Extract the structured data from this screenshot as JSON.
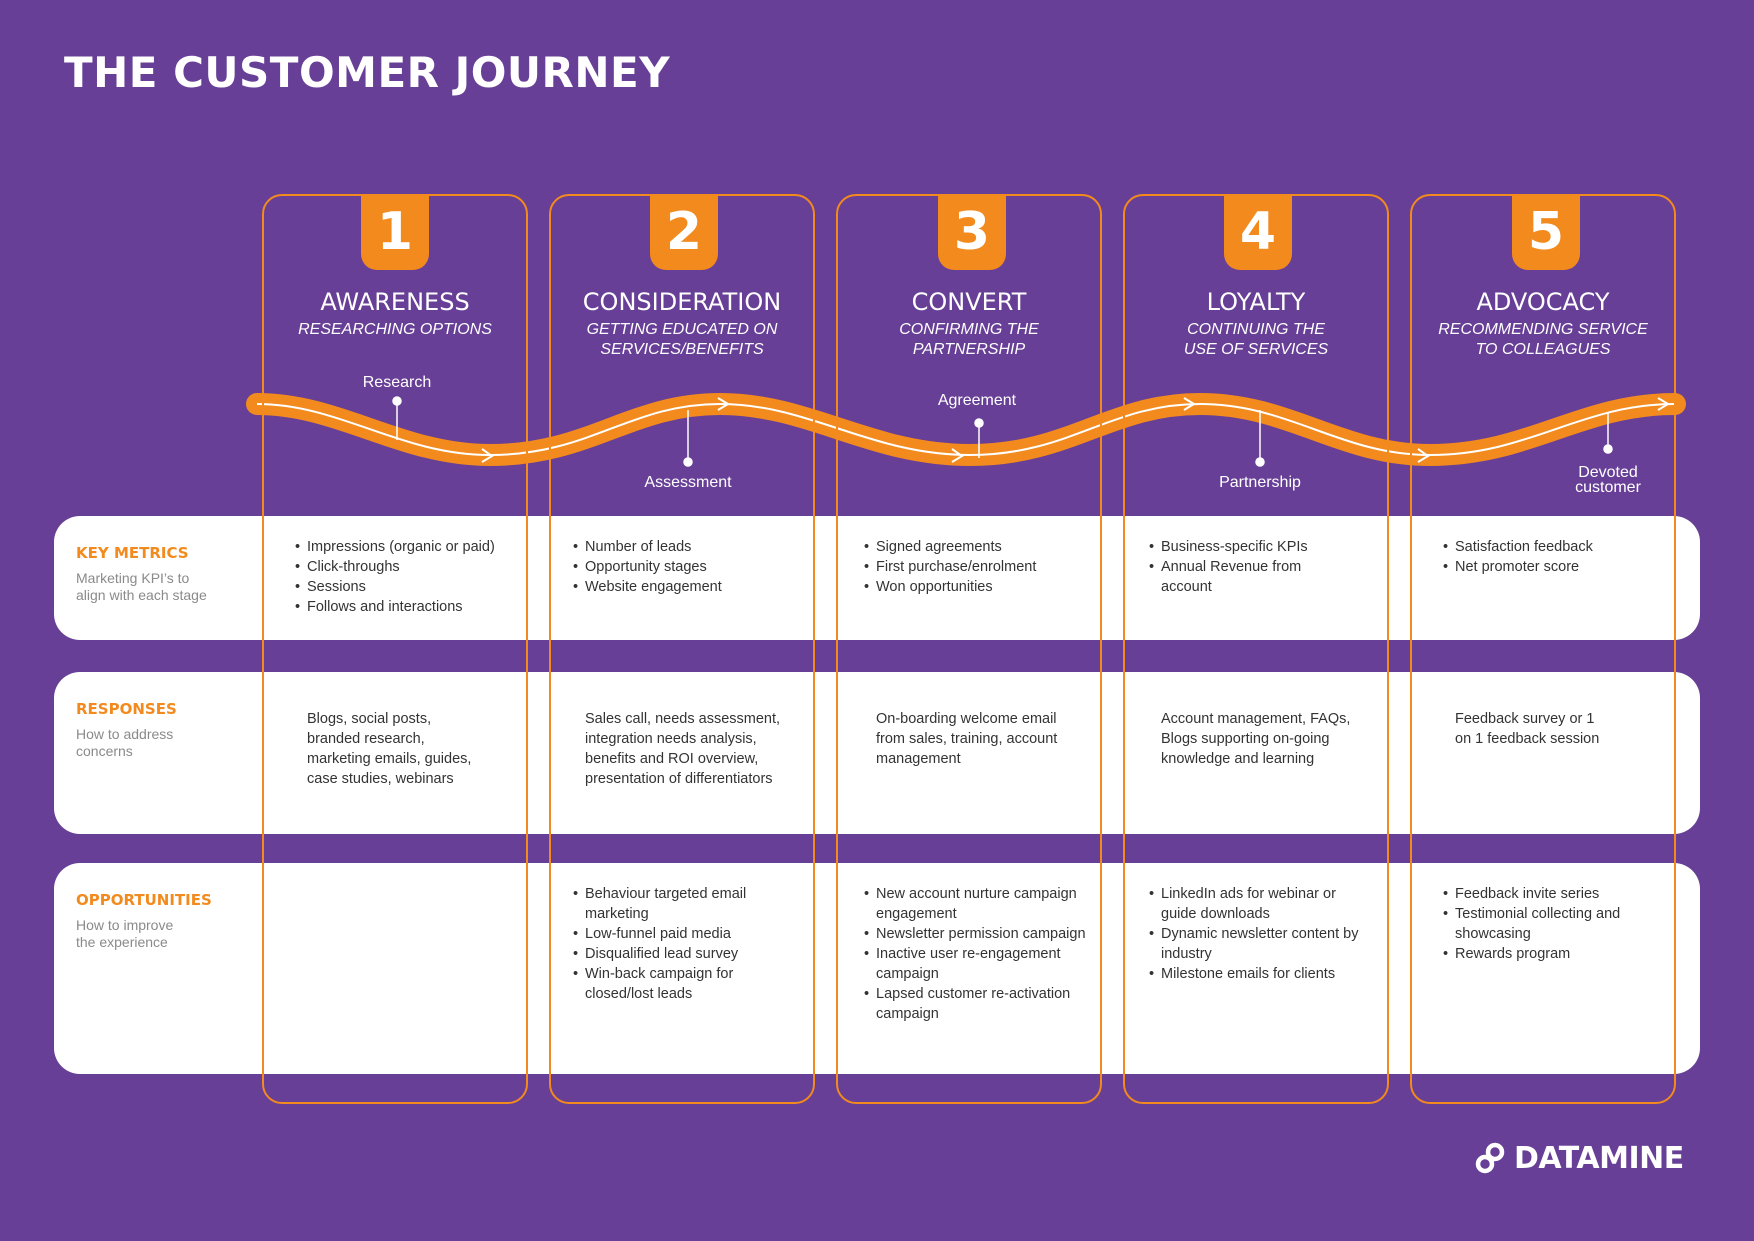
{
  "title": "THE CUSTOMER JOURNEY",
  "colors": {
    "background": "#673f96",
    "accent": "#f28a1e",
    "band": "#ffffff"
  },
  "rows": [
    {
      "title": "KEY METRICS",
      "subtitle": "Marketing KPI’s to\nalign with each stage"
    },
    {
      "title": "RESPONSES",
      "subtitle": "How to address\nconcerns"
    },
    {
      "title": "OPPORTUNITIES",
      "subtitle": "How to improve\nthe experience"
    }
  ],
  "stages": [
    {
      "number": "1",
      "name": "AWARENESS",
      "subtitle": "RESEARCHING OPTIONS",
      "milestone": "Research",
      "metrics": [
        "Impressions (organic or paid)",
        "Click-throughs",
        "Sessions",
        "Follows and interactions"
      ],
      "responses": "Blogs, social posts,\nbranded research,\nmarketing emails, guides,\ncase studies, webinars",
      "opportunities": []
    },
    {
      "number": "2",
      "name": "CONSIDERATION",
      "subtitle": "GETTING EDUCATED ON\nSERVICES/BENEFITS",
      "milestone": "Assessment",
      "metrics": [
        "Number of leads",
        "Opportunity stages",
        "Website engagement"
      ],
      "responses": "Sales call, needs assessment,\nintegration needs analysis,\nbenefits and ROI overview,\npresentation of differentiators",
      "opportunities": [
        "Behaviour targeted email marketing",
        "Low-funnel paid media",
        "Disqualified lead survey",
        "Win-back campaign for closed/lost leads"
      ]
    },
    {
      "number": "3",
      "name": "CONVERT",
      "subtitle": "CONFIRMING THE\nPARTNERSHIP",
      "milestone": "Agreement",
      "metrics": [
        "Signed agreements",
        "First purchase/enrolment",
        "Won opportunities"
      ],
      "responses": "On-boarding welcome email\nfrom sales, training, account\nmanagement",
      "opportunities": [
        "New account nurture campaign engagement",
        "Newsletter permission campaign",
        "Inactive user re-engagement campaign",
        "Lapsed customer re-activation campaign"
      ]
    },
    {
      "number": "4",
      "name": "LOYALTY",
      "subtitle": "CONTINUING THE\nUSE OF SERVICES",
      "milestone": "Partnership",
      "metrics": [
        "Business-specific KPIs",
        "Annual Revenue from account"
      ],
      "responses": "Account management, FAQs,\nBlogs supporting on-going\nknowledge and learning",
      "opportunities": [
        "LinkedIn ads for webinar or guide downloads",
        "Dynamic newsletter content by industry",
        "Milestone emails for clients"
      ]
    },
    {
      "number": "5",
      "name": "ADVOCACY",
      "subtitle": "RECOMMENDING SERVICE\nTO COLLEAGUES",
      "milestone": "Devoted\ncustomer",
      "metrics": [
        "Satisfaction feedback",
        "Net promoter score"
      ],
      "responses": "Feedback survey or 1\non 1 feedback session",
      "opportunities": [
        "Feedback invite series",
        "Testimonial collecting and showcasing",
        "Rewards program"
      ]
    }
  ],
  "brand": {
    "logo_text": "DATAMINE"
  }
}
